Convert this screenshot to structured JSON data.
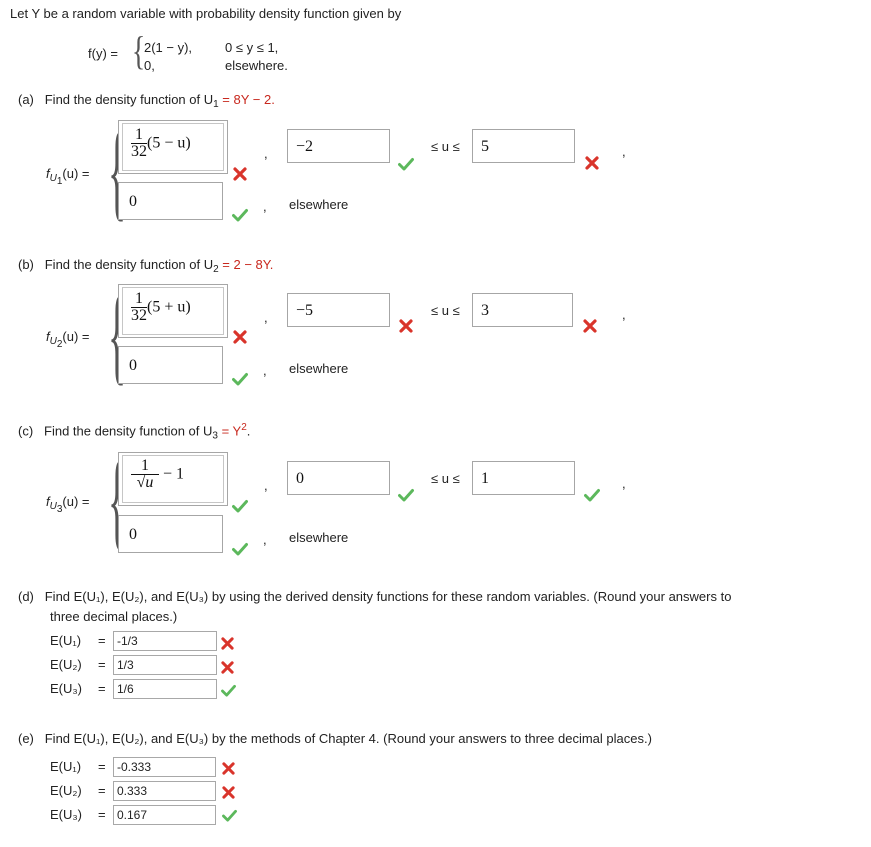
{
  "intro": {
    "text": "Let Y be a random variable with probability density function given by"
  },
  "pdf": {
    "lhs": "f(y) = ",
    "case1_expr": "2(1 − y),",
    "case1_cond": "0 ≤ y ≤ 1,",
    "case2_expr": "0,",
    "case2_cond": "elsewhere."
  },
  "part_a": {
    "label": "(a)",
    "prompt": "Find the density function of U",
    "sub": "1",
    "rhs": " = 8Y − 2.",
    "lhs": "f",
    "lhs_sub": "U",
    "lhs_subsub": "1",
    "lhs_arg": "(u) =",
    "expr_num": "1",
    "expr_den": "32",
    "expr_paren": "(5 − u)",
    "lower": "−2",
    "bound_text": "≤ u ≤",
    "upper": "5",
    "zero": "0",
    "elsewhere": "elsewhere"
  },
  "part_b": {
    "label": "(b)",
    "prompt": "Find the density function of U",
    "sub": "2",
    "rhs": " = 2 − 8Y.",
    "lhs": "f",
    "lhs_sub": "U",
    "lhs_subsub": "2",
    "lhs_arg": "(u) =",
    "expr_num": "1",
    "expr_den": "32",
    "expr_paren": "(5 + u)",
    "lower": "−5",
    "bound_text": "≤ u ≤",
    "upper": "3",
    "zero": "0",
    "elsewhere": "elsewhere"
  },
  "part_c": {
    "label": "(c)",
    "prompt": "Find the density function of U",
    "sub": "3",
    "rhs": " = Y",
    "rhs_sup": "2",
    "rhs_end": ".",
    "lhs": "f",
    "lhs_sub": "U",
    "lhs_subsub": "3",
    "lhs_arg": "(u) =",
    "expr_num": "1",
    "expr_den": "√u",
    "expr_tail": "− 1",
    "lower": "0",
    "bound_text": "≤ u ≤",
    "upper": "1",
    "zero": "0",
    "elsewhere": "elsewhere"
  },
  "part_d": {
    "label": "(d)",
    "prompt": "Find E(U₁), E(U₂), and E(U₃) by using the derived density functions for these random variables. (Round your answers to",
    "prompt2": "three decimal places.)",
    "rows": [
      {
        "label": "E(U₁)",
        "eq": "=",
        "value": "-1/3",
        "status": "wrong"
      },
      {
        "label": "E(U₂)",
        "eq": "=",
        "value": "1/3",
        "status": "wrong"
      },
      {
        "label": "E(U₃)",
        "eq": "=",
        "value": "1/6",
        "status": "correct"
      }
    ]
  },
  "part_e": {
    "label": "(e)",
    "prompt": "Find E(U₁), E(U₂), and E(U₃) by the methods of Chapter 4. (Round your answers to three decimal places.)",
    "rows": [
      {
        "label": "E(U₁)",
        "eq": "=",
        "value": "-0.333",
        "status": "wrong"
      },
      {
        "label": "E(U₂)",
        "eq": "=",
        "value": "0.333",
        "status": "wrong"
      },
      {
        "label": "E(U₃)",
        "eq": "=",
        "value": "0.167",
        "status": "correct"
      }
    ]
  },
  "colors": {
    "correct": "#5cb85c",
    "wrong": "#d9342b",
    "accent": "#c8281e"
  }
}
